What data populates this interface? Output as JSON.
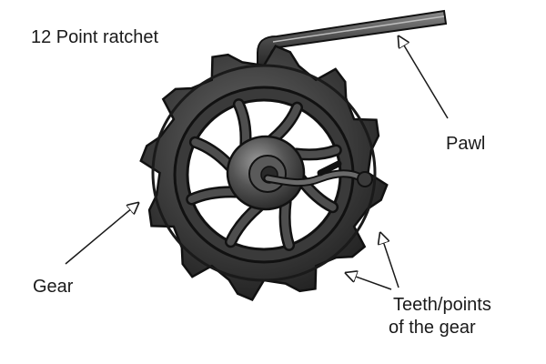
{
  "title": "12 Point ratchet",
  "labels": {
    "pawl": "Pawl",
    "gear": "Gear",
    "teeth_line1": "Teeth/points",
    "teeth_line2": "of the gear"
  },
  "gear": {
    "teeth": 12,
    "spokes": 8
  },
  "colors": {
    "background": "#ffffff",
    "metal_dark": "#2a2a2a",
    "metal_mid": "#4a4a4a",
    "metal_light": "#8a8a8a",
    "text": "#1a1a1a"
  }
}
